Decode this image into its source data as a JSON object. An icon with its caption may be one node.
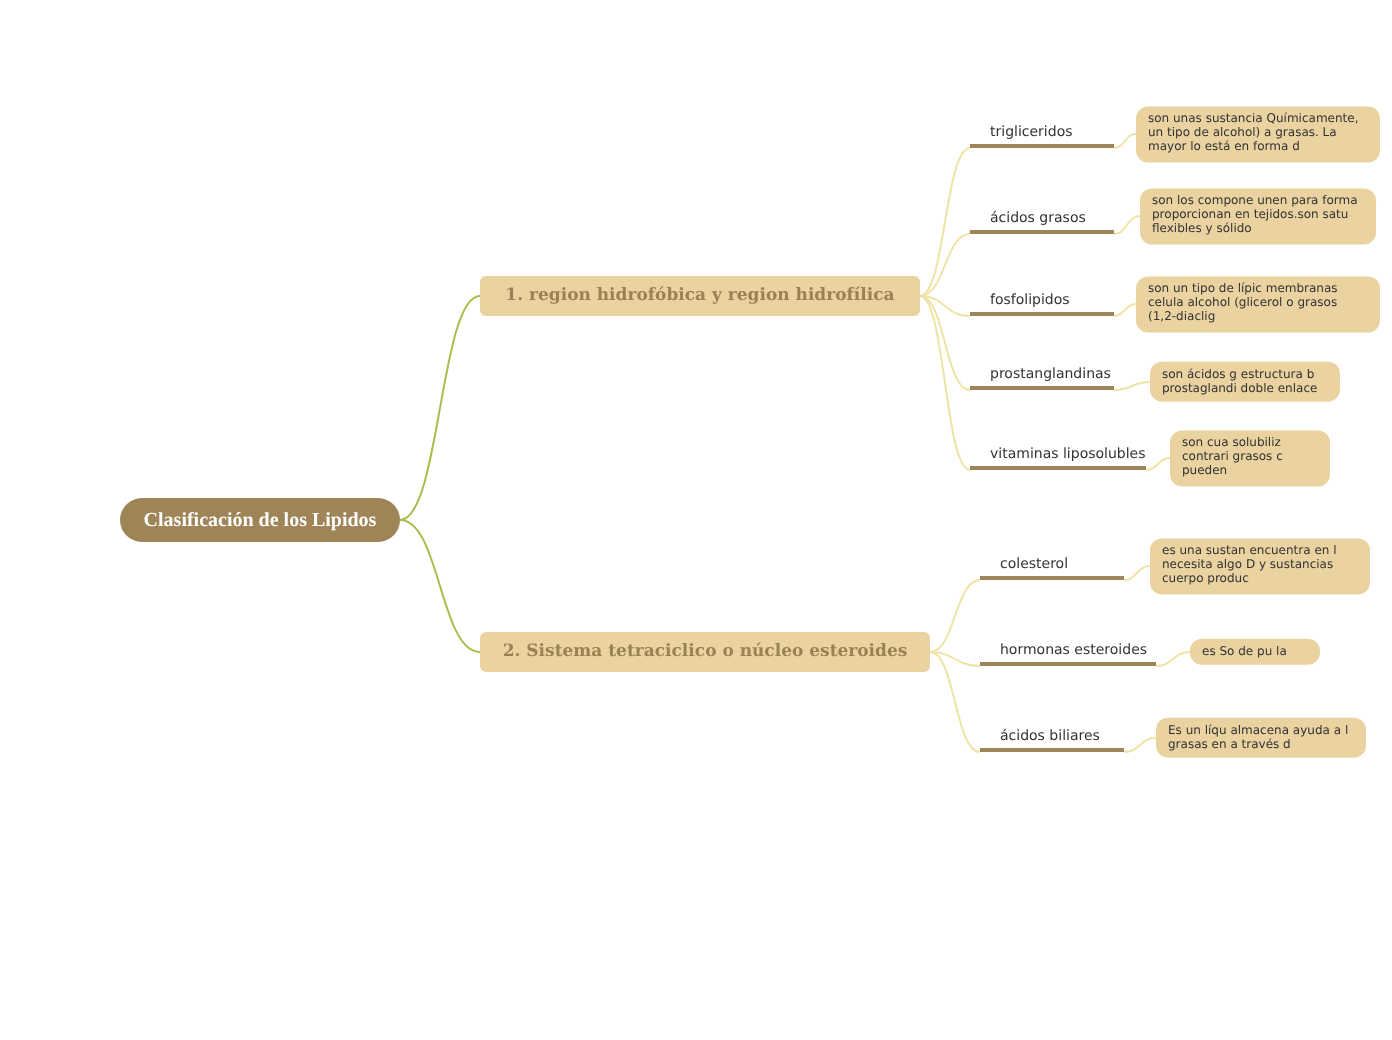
{
  "diagram": {
    "nodes": [
      {
        "text": [
          "Clasificación de los Lipidos"
        ]
      },
      {
        "text": [
          "1. region hidrofóbica y region hidrofílica"
        ]
      },
      {
        "text": [
          "trigliceridos"
        ]
      },
      {
        "text": [
          "son unas sustancia Químicamente, un tipo de alcohol) a grasas. La mayor lo está en forma d"
        ]
      },
      {
        "text": [
          "ácidos grasos"
        ]
      },
      {
        "text": [
          "son los compone unen para forma proporcionan en tejidos.son satu flexibles y sólido"
        ]
      },
      {
        "text": [
          "fosfolipidos"
        ]
      },
      {
        "text": [
          "son un tipo de lípic membranas celula alcohol (glicerol o grasos (1,2-diaclig"
        ]
      },
      {
        "text": [
          "prostanglandinas"
        ]
      },
      {
        "text": [
          "son ácidos g estructura b prostaglandi doble enlace"
        ]
      },
      {
        "text": [
          "vitaminas liposolubles"
        ]
      },
      {
        "text": [
          "son cua solubiliz contrari grasos c pueden"
        ]
      },
      {
        "text": [
          "2. Sistema tetraciclico o núcleo esteroides"
        ]
      },
      {
        "text": [
          "colesterol"
        ]
      },
      {
        "text": [
          "es una sustan encuentra en l necesita algo D y sustancias cuerpo produc"
        ]
      },
      {
        "text": [
          "hormonas esteroides"
        ]
      },
      {
        "text": [
          "es So de pu la"
        ]
      },
      {
        "text": [
          "ácidos biliares"
        ]
      },
      {
        "text": [
          "Es un líqu almacena ayuda a l grasas en a través d"
        ]
      }
    ],
    "edges": [
      {
        "from": 0,
        "to": 1,
        "arrow": "none",
        "color": "#a9bd4c"
      },
      {
        "from": 0,
        "to": 12,
        "arrow": "none",
        "color": "#a9bd4c"
      },
      {
        "from": 1,
        "to": 2,
        "arrow": "none"
      },
      {
        "from": 2,
        "to": 3,
        "arrow": "none"
      },
      {
        "from": 1,
        "to": 4,
        "arrow": "none"
      },
      {
        "from": 4,
        "to": 5,
        "arrow": "none"
      },
      {
        "from": 1,
        "to": 6,
        "arrow": "none"
      },
      {
        "from": 6,
        "to": 7,
        "arrow": "none"
      },
      {
        "from": 1,
        "to": 8,
        "arrow": "none"
      },
      {
        "from": 8,
        "to": 9,
        "arrow": "none"
      },
      {
        "from": 1,
        "to": 10,
        "arrow": "none"
      },
      {
        "from": 10,
        "to": 11,
        "arrow": "none"
      },
      {
        "from": 12,
        "to": 13,
        "arrow": "none"
      },
      {
        "from": 13,
        "to": 14,
        "arrow": "none"
      },
      {
        "from": 12,
        "to": 15,
        "arrow": "none"
      },
      {
        "from": 15,
        "to": 16,
        "arrow": "none"
      },
      {
        "from": 12,
        "to": 17,
        "arrow": "none"
      },
      {
        "from": 17,
        "to": 18,
        "arrow": "none"
      }
    ]
  }
}
